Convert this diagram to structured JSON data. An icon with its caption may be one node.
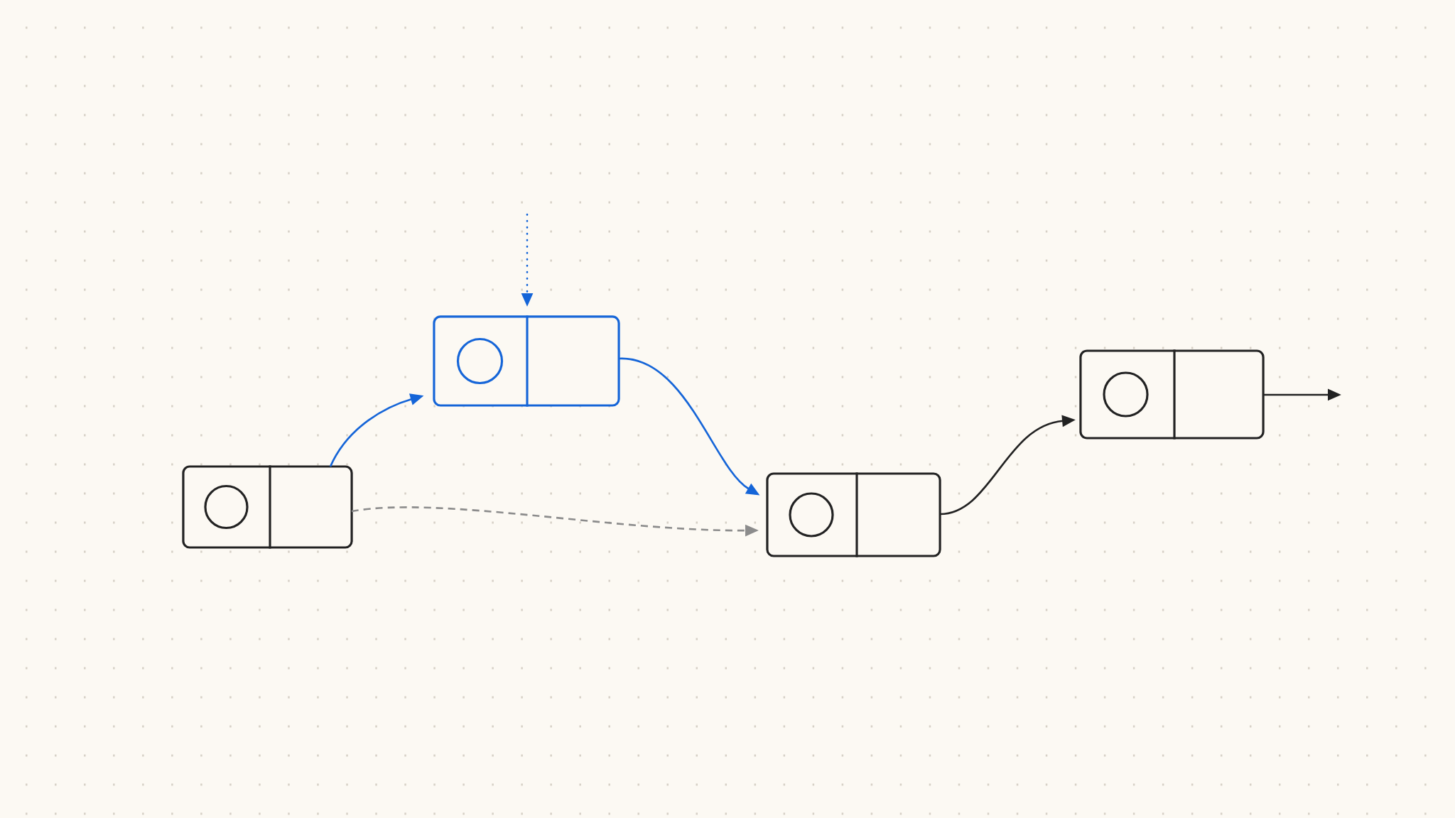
{
  "diagram": {
    "nodes": [
      {
        "text": [],
        "shape": "box"
      },
      {
        "text": [],
        "shape": "box"
      },
      {
        "text": [],
        "shape": "box"
      },
      {
        "text": [],
        "shape": "box"
      }
    ],
    "edges": [
      {
        "from": null,
        "to": 1,
        "arrow": "to",
        "style": "dashed",
        "color": "#1565d8"
      },
      {
        "from": 0,
        "to": 1,
        "arrow": "to",
        "color": "#1565d8"
      },
      {
        "from": 1,
        "to": 2,
        "arrow": "to",
        "color": "#1565d8"
      },
      {
        "from": 0,
        "to": 2,
        "arrow": "to",
        "style": "dashed",
        "color": "#8c8c8c"
      },
      {
        "from": 2,
        "to": 3,
        "arrow": "to",
        "color": "#222222"
      },
      {
        "from": 3,
        "to": null,
        "arrow": "to",
        "color": "#222222"
      }
    ]
  }
}
